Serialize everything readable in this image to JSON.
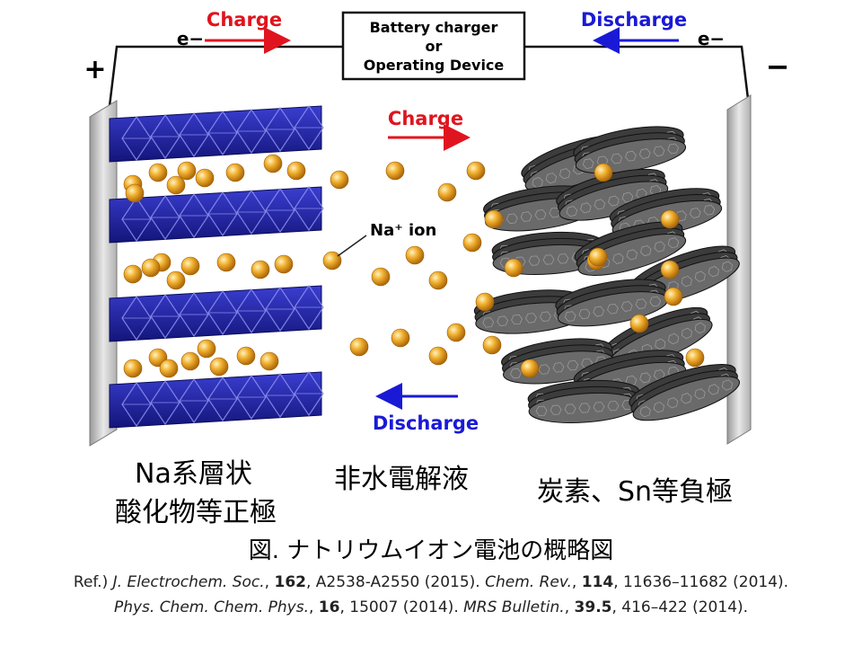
{
  "colors": {
    "charge": "#e0141e",
    "discharge": "#1a1ad6",
    "cathode_blue": "#1c1fa0",
    "ion_orange": "#e8a020",
    "graphene_gray": "#5a5a5a",
    "electrode_plate": "#c8c8c8"
  },
  "circuit": {
    "device_line1": "Battery charger",
    "device_line2": "or",
    "device_line3": "Operating Device",
    "charge_label": "Charge",
    "discharge_label": "Discharge",
    "electron_left": "e−",
    "electron_right": "e−",
    "terminal_plus": "+",
    "terminal_minus": "−"
  },
  "cell": {
    "charge_label": "Charge",
    "discharge_label": "Discharge",
    "ion_label": "Na⁺ ion"
  },
  "labels": {
    "cathode_line1": "Na系層状",
    "cathode_line2": "酸化物等正極",
    "electrolyte": "非水電解液",
    "anode": "炭素、Sn等負極"
  },
  "caption": {
    "figure_title": "図. ナトリウムイオン電池の概略図",
    "ref_prefix": "Ref.)",
    "refs": [
      {
        "journal": "J. Electrochem. Soc.",
        "volume": "162",
        "pages": "A2538-A2550",
        "year": "(2015)"
      },
      {
        "journal": "Chem. Rev.",
        "volume": "114",
        "pages": "11636–11682",
        "year": "(2014)"
      },
      {
        "journal": "Phys. Chem. Chem. Phys.",
        "volume": "16",
        "pages": "15007",
        "year": "(2014)"
      },
      {
        "journal": "MRS Bulletin.",
        "volume": "39.5",
        "pages": "416–422",
        "year": "(2014)"
      }
    ]
  }
}
